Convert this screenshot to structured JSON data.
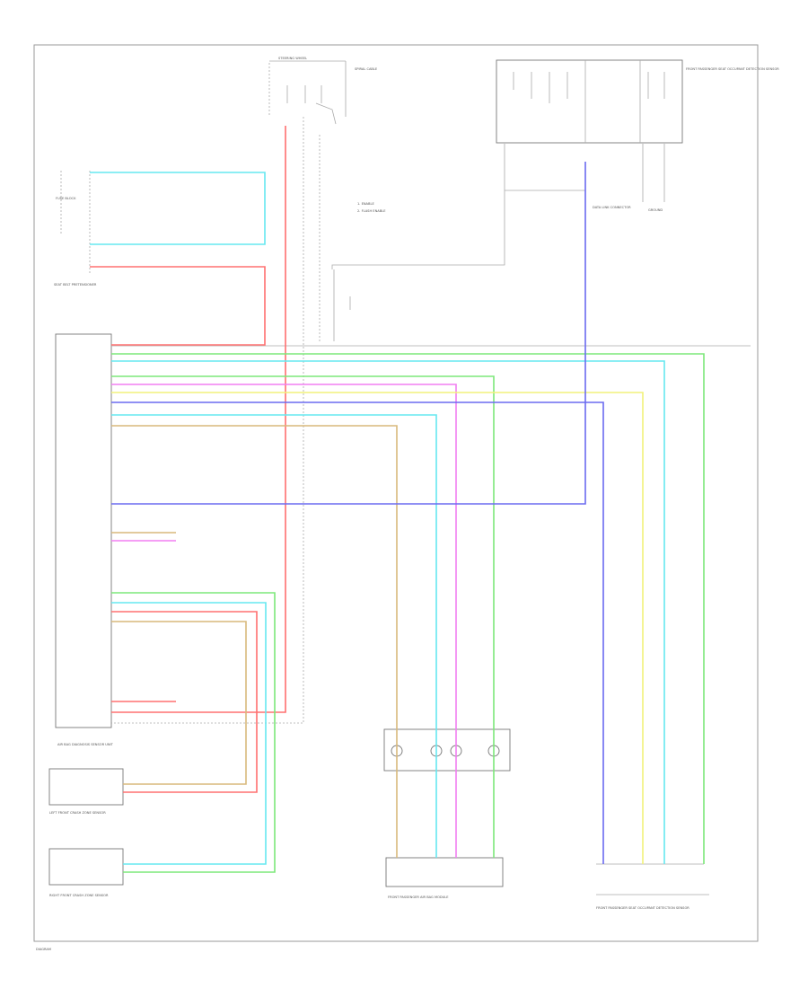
{
  "diagram": {
    "colors": {
      "red": "#ff7070",
      "lightblue": "#66e8f0",
      "green": "#7de87a",
      "pink": "#f27ef2",
      "yellow": "#f2f27a",
      "blue": "#6b6bf0",
      "brown": "#d9b97c",
      "gray": "#aaaaaa"
    },
    "components": {
      "airbag_diag_module": "AIR BAG DIAGNOSIS SENSOR UNIT",
      "left_front_sensor": "LEFT FRONT CRASH ZONE SENSOR",
      "right_front_sensor": "RIGHT FRONT CRASH ZONE SENSOR",
      "steering_wheel": "STEERING WHEEL",
      "spiral_cable": "SPIRAL CABLE",
      "passenger_airbag": "FRONT PASSENGER AIR BAG MODULE",
      "occupant_classification": "FRONT PASSENGER SEAT OCCUPANT DETECTION SENSOR",
      "seat_belt_pretensioner": "SEAT BELT PRETENSIONER",
      "fuse_block": "FUSE BLOCK",
      "data_link": "DATA LINK CONNECTOR",
      "ground": "GROUND"
    },
    "notes": {
      "note1": "1. ENABLE",
      "note2": "2. FLASH ENABLE"
    },
    "footer": "DIAGRAM"
  }
}
